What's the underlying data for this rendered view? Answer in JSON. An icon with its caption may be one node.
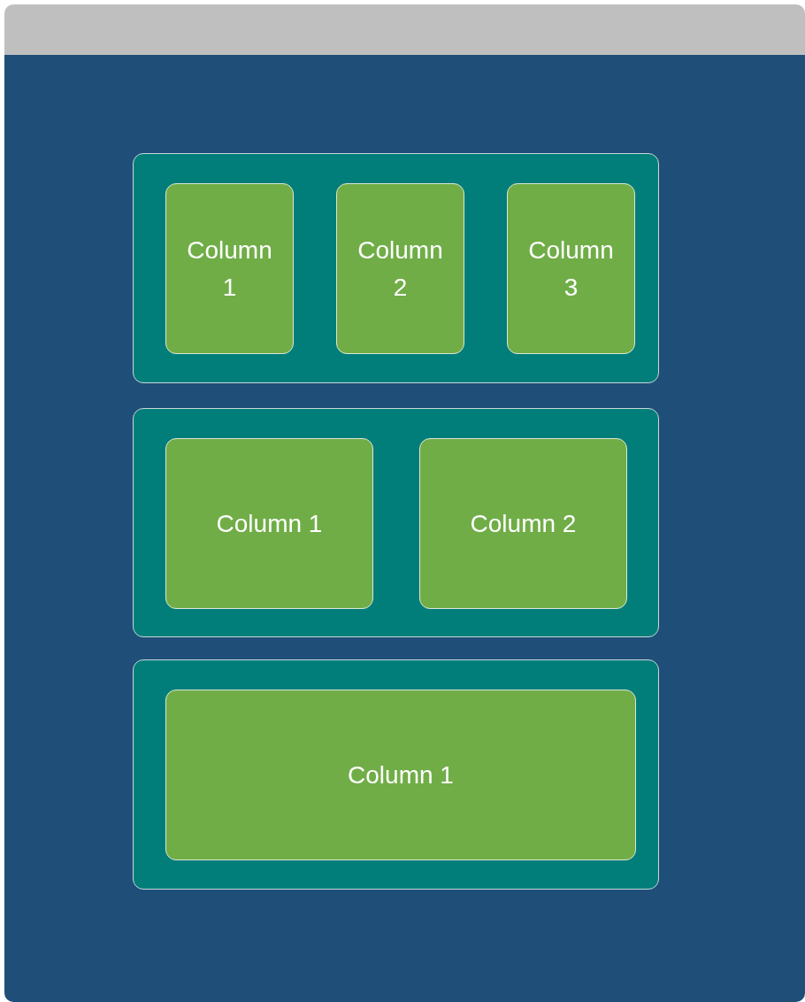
{
  "diagram": {
    "nodes": [
      {
        "text": [],
        "shape": "bar"
      },
      {
        "text": [],
        "shape": "box"
      },
      {
        "text": [],
        "shape": "box",
        "in": 1
      },
      {
        "text": [
          "Column 1"
        ],
        "in": 2
      },
      {
        "text": [
          "Column 2"
        ],
        "in": 2
      },
      {
        "text": [
          "Column 3"
        ],
        "in": 2
      },
      {
        "text": [],
        "shape": "box",
        "in": 1
      },
      {
        "text": [
          "Column 1"
        ],
        "in": 6
      },
      {
        "text": [
          "Column 2"
        ],
        "in": 6
      },
      {
        "text": [],
        "shape": "box",
        "in": 1
      },
      {
        "text": [
          "Column 1"
        ],
        "in": 9
      }
    ]
  }
}
